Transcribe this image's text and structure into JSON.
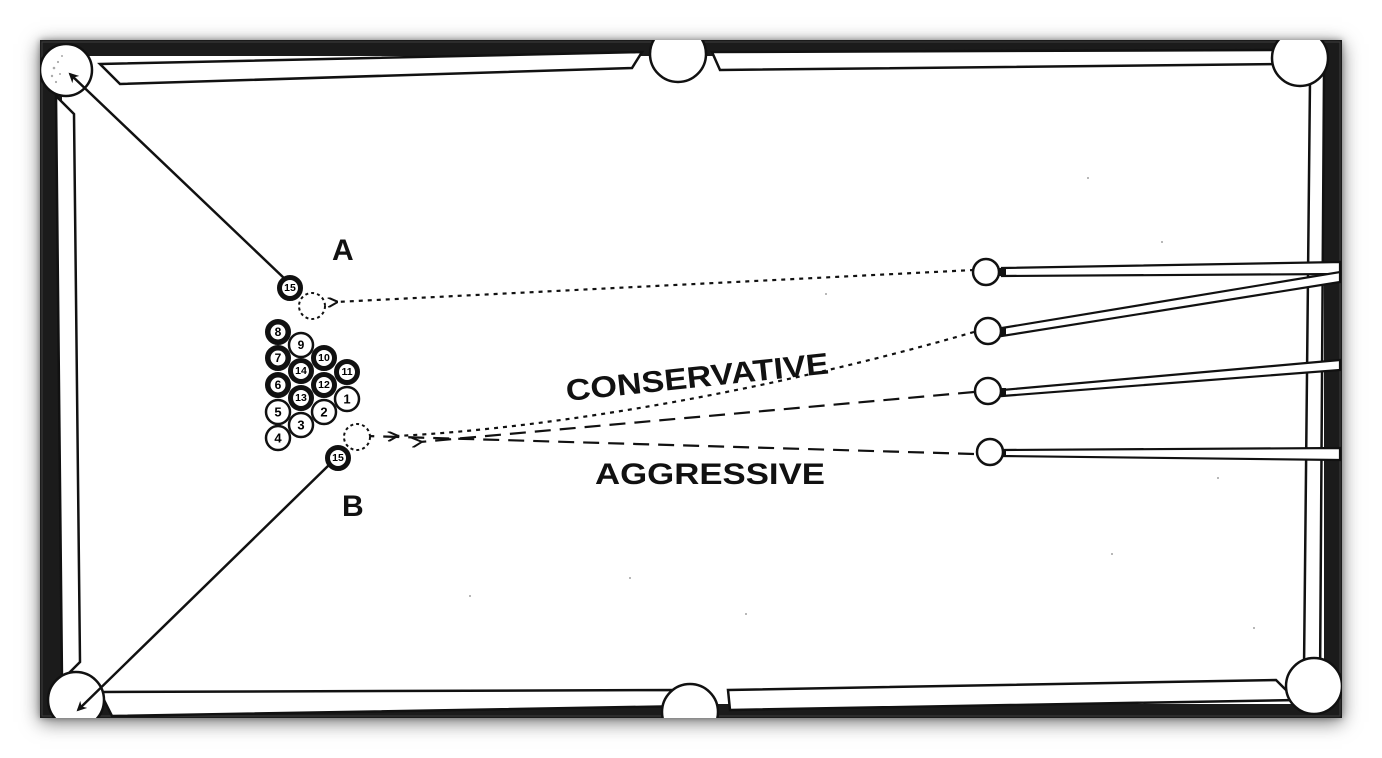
{
  "colors": {
    "ink": "#111111",
    "cloth": "#ffffff",
    "rail": "#1a1a1a"
  },
  "labels": {
    "position_a": "A",
    "position_b": "B",
    "conservative": "CONSERVATIVE",
    "aggressive": "AGGRESSIVE"
  },
  "rack": {
    "ball_8": "8",
    "ball_9": "9",
    "ball_7": "7",
    "ball_10": "10",
    "ball_14": "14",
    "ball_11": "11",
    "ball_6": "6",
    "ball_12": "12",
    "ball_13": "13",
    "ball_1": "1",
    "ball_5": "5",
    "ball_2": "2",
    "ball_3": "3",
    "ball_4": "4"
  },
  "object_balls": {
    "ball_a": "15",
    "ball_b": "15"
  },
  "icons": [
    "pocket-icon",
    "cue-stick-icon",
    "cue-ball-icon",
    "ghost-ball-icon",
    "arrow-icon"
  ]
}
